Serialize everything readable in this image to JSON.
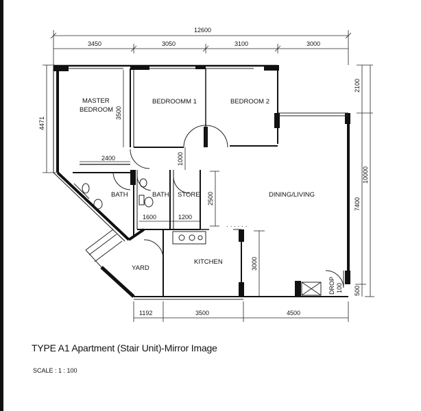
{
  "plan": {
    "title": "TYPE A1 Apartment (Stair Unit)-Mirror Image",
    "scale": "SCALE : 1 : 100",
    "rooms": {
      "master_bedroom_line1": "MASTER",
      "master_bedroom_line2": "BEDROOM",
      "bedroom1": "BEDROOMM 1",
      "bedroom2": "BEDROOM 2",
      "bath_left": "BATH",
      "bath_right": "BATH",
      "store": "STORE",
      "dining_living": "DINING/LIVING",
      "yard": "YARD",
      "kitchen": "KITCHEN",
      "drop": "DROP",
      "drop_value": "100"
    },
    "dimensions": {
      "overall_width": "12600",
      "top_segment_1": "3450",
      "top_segment_2": "3050",
      "top_segment_3": "3100",
      "top_segment_4": "3000",
      "left_height": "4471",
      "master_room_height": "3500",
      "lobby_width": "2400",
      "lobby_height": "1000",
      "bath_width": "1600",
      "store_width": "1200",
      "store_height": "2500",
      "kitchen_height": "3000",
      "right_top": "2100",
      "right_total": "10000",
      "living_height": "7400",
      "right_bottom": "500",
      "bottom_segment_1": "1192",
      "bottom_segment_2": "3500",
      "bottom_segment_3": "4500"
    }
  }
}
